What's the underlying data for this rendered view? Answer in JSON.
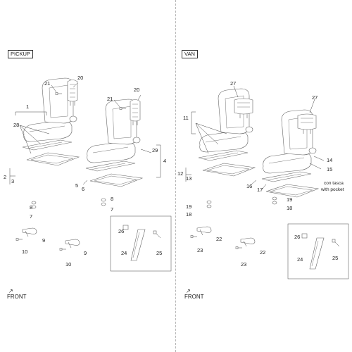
{
  "panels": {
    "left": {
      "label": "PICKUP",
      "front_label": "FRONT",
      "callouts": [
        "1",
        "2",
        "3",
        "4",
        "5",
        "6",
        "7",
        "7",
        "8",
        "8",
        "9",
        "9",
        "10",
        "10",
        "20",
        "20",
        "21",
        "21",
        "24",
        "25",
        "26",
        "28",
        "29"
      ]
    },
    "right": {
      "label": "VAN",
      "front_label": "FRONT",
      "callouts": [
        "11",
        "12",
        "13",
        "14",
        "15",
        "16",
        "17",
        "18",
        "18",
        "19",
        "19",
        "22",
        "22",
        "23",
        "23",
        "24",
        "25",
        "26",
        "27",
        "27"
      ],
      "note_line1": "con tasca",
      "note_line2": "with pocket"
    }
  }
}
